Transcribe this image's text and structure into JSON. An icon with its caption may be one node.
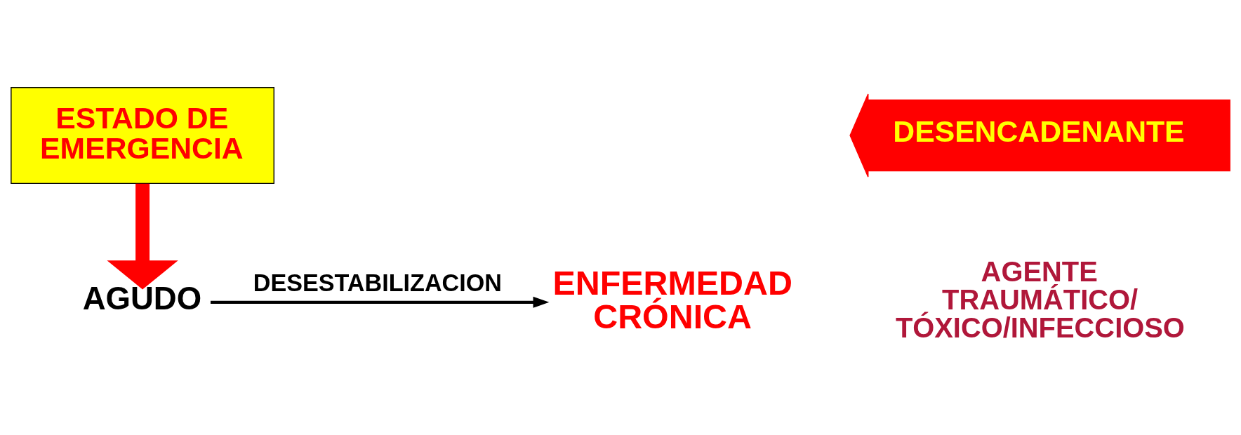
{
  "diagram": {
    "nodes": [
      {
        "text": [
          "ESTADO DE EMERGENCIA"
        ]
      },
      {
        "text": [
          "DESENCADENANTE"
        ],
        "beside": [
          "AGENTE TRAUMÁTICO/ TÓXICO/INFECCIOSO"
        ]
      },
      {
        "text": [
          "AGUDO"
        ]
      },
      {
        "text": [
          "ENFERMEDAD CRÓNICA"
        ]
      }
    ],
    "edges": [
      {
        "from": 0,
        "to": 2,
        "arrow": "to",
        "style": "thick",
        "color": "#ff0000"
      },
      {
        "from": 2,
        "to": 3,
        "arrow": "to",
        "label": "DESESTABILIZACION",
        "color": "#000000"
      }
    ]
  }
}
